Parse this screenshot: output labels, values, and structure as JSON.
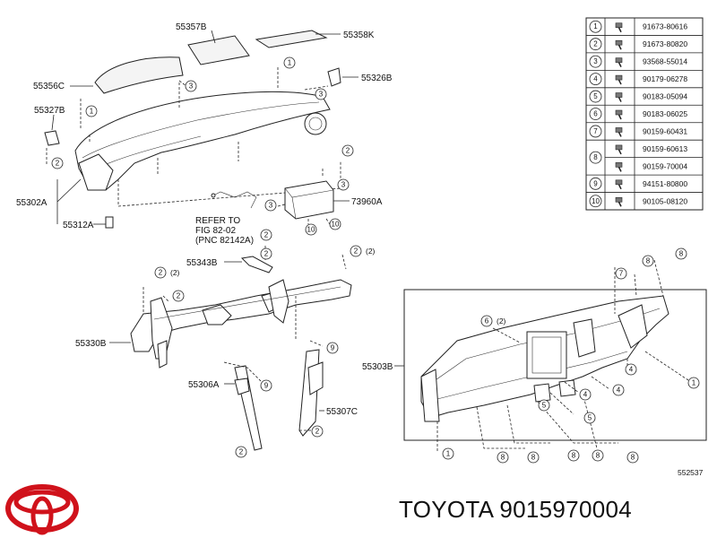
{
  "part_labels": {
    "p55357B": "55357B",
    "p55358K": "55358K",
    "p55356C": "55356C",
    "p55326B": "55326B",
    "p55327B": "55327B",
    "p55302A": "55302A",
    "p55312A": "55312A",
    "p73960A": "73960A",
    "p55343B": "55343B",
    "p55330B": "55330B",
    "p55306A": "55306A",
    "p55307C": "55307C",
    "p55303B": "55303B"
  },
  "refer_note": [
    "REFER TO",
    "FIG 82-02",
    "(PNC 82142A)"
  ],
  "callouts": {
    "c1a": "1",
    "c2a": "2",
    "c3a": "3",
    "c1b": "1",
    "c2b": "2",
    "c3c": "3",
    "c10a": "10",
    "c10b": "10",
    "c2c": "2",
    "c2d": "2",
    "c2e": "2",
    "c2f": "2",
    "c9a": "9",
    "c9b": "9",
    "c2g": "2",
    "c2h": "2",
    "c8a": "8",
    "c8b": "8",
    "c7a": "7",
    "c6a": "6",
    "c4a": "4",
    "c4b": "4",
    "c5a": "5",
    "c5b": "5",
    "c1c": "1",
    "c1d": "1",
    "c8c": "8",
    "c8d": "8",
    "c8e": "8",
    "c8f": "8",
    "c8g": "8"
  },
  "sub2": "(2)",
  "sub6": "(2)",
  "legend": [
    {
      "idx": "1",
      "part": "91673-80616"
    },
    {
      "idx": "2",
      "part": "91673-80820"
    },
    {
      "idx": "3",
      "part": "93568-55014"
    },
    {
      "idx": "4",
      "part": "90179-06278"
    },
    {
      "idx": "5",
      "part": "90183-05094"
    },
    {
      "idx": "6",
      "part": "90183-06025"
    },
    {
      "idx": "7",
      "part": "90159-60431"
    },
    {
      "idx": "8",
      "part": "90159-60613"
    },
    {
      "idx": "8",
      "part": "90159-70004"
    },
    {
      "idx": "9",
      "part": "94151-80800"
    },
    {
      "idx": "10",
      "part": "90105-08120"
    }
  ],
  "diagram_code": "552537",
  "caption": "TOYOTA 9015970004",
  "brand_color": "#d0121b"
}
